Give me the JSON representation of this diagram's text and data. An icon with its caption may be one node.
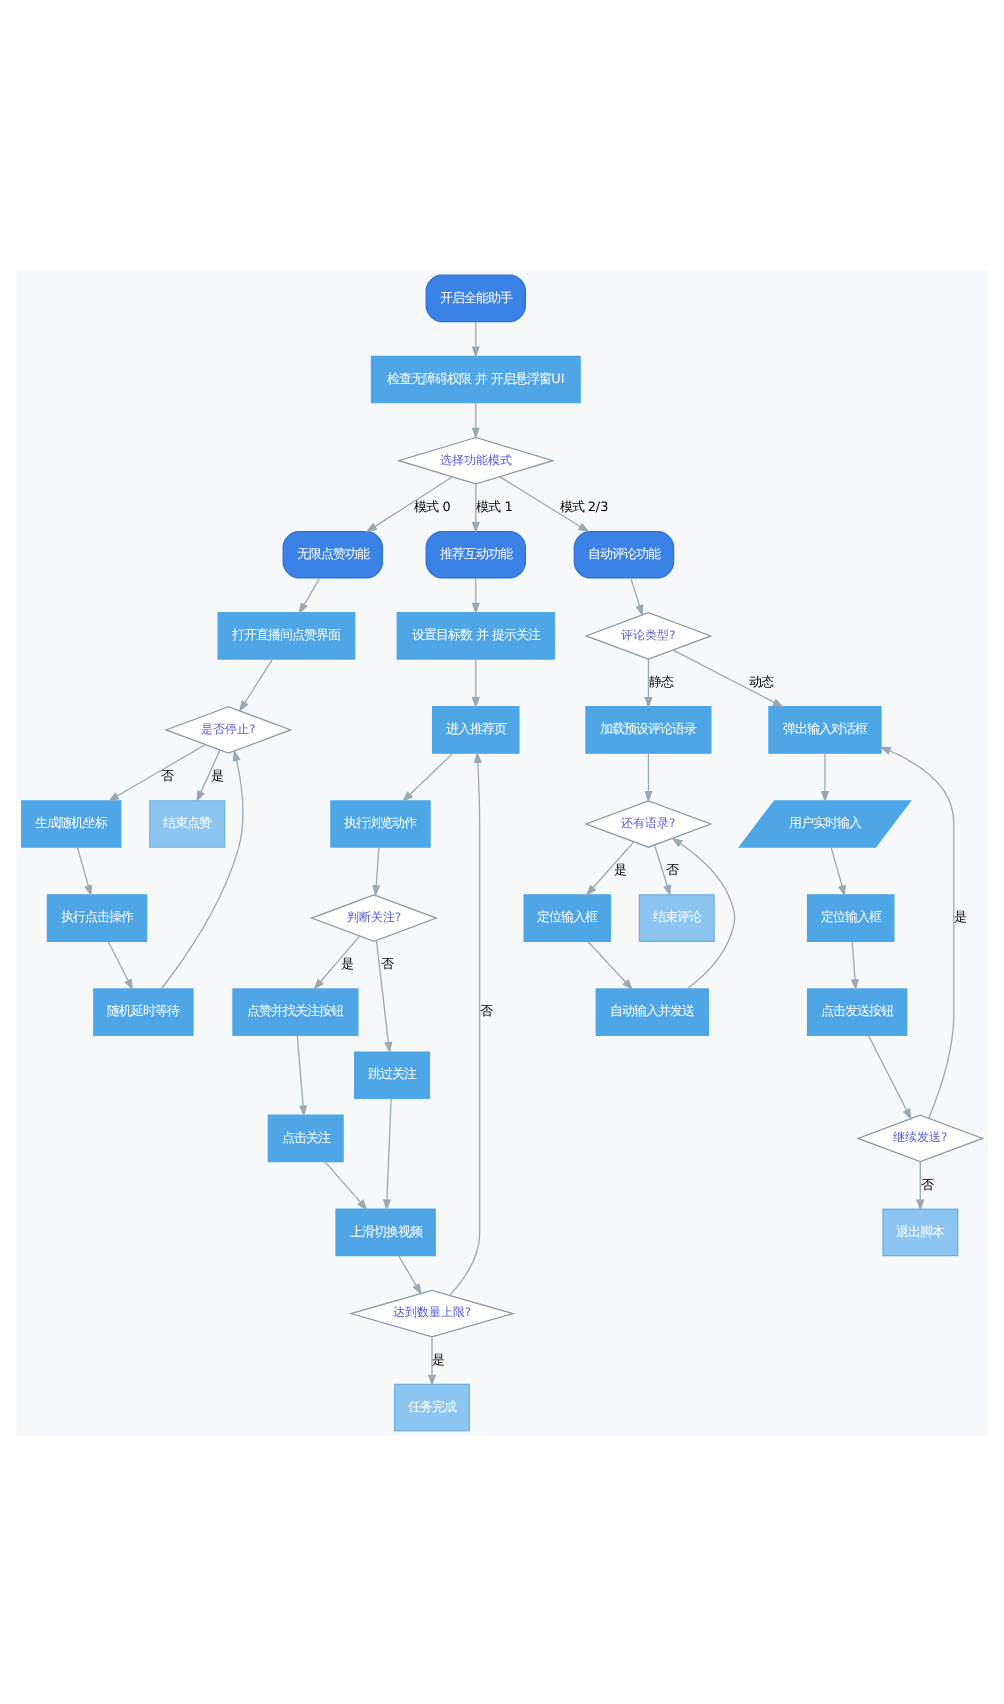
{
  "diagram": {
    "nodes": [
      {
        "text": [
          "开启全能助手"
        ]
      },
      {
        "text": [
          "检查无障碍权限 并 开启悬浮窗UI"
        ]
      },
      {
        "text": [
          "选择功能模式"
        ]
      },
      {
        "text": [
          "无限点赞功能"
        ]
      },
      {
        "text": [
          "推荐互动功能"
        ]
      },
      {
        "text": [
          "自动评论功能"
        ]
      },
      {
        "text": [
          "打开直播间点赞界面"
        ]
      },
      {
        "text": [
          "是否停止?"
        ]
      },
      {
        "text": [
          "生成随机坐标"
        ]
      },
      {
        "text": [
          "结束点赞"
        ]
      },
      {
        "text": [
          "执行点击操作"
        ]
      },
      {
        "text": [
          "随机延时等待"
        ]
      },
      {
        "text": [
          "设置目标数 并 提示关注"
        ]
      },
      {
        "text": [
          "进入推荐页"
        ]
      },
      {
        "text": [
          "执行浏览动作"
        ]
      },
      {
        "text": [
          "判断关注?"
        ]
      },
      {
        "text": [
          "点赞并找关注按钮"
        ]
      },
      {
        "text": [
          "点击关注"
        ]
      },
      {
        "text": [
          "跳过关注"
        ]
      },
      {
        "text": [
          "上滑切换视频"
        ]
      },
      {
        "text": [
          "达到数量上限?"
        ]
      },
      {
        "text": [
          "任务完成"
        ]
      },
      {
        "text": [
          "评论类型?"
        ]
      },
      {
        "text": [
          "加载预设评论语录"
        ]
      },
      {
        "text": [
          "还有语录?"
        ]
      },
      {
        "text": [
          "定位输入框"
        ]
      },
      {
        "text": [
          "结束评论"
        ]
      },
      {
        "text": [
          "自动输入并发送"
        ]
      },
      {
        "text": [
          "弹出输入对话框"
        ]
      },
      {
        "text": [
          "用户实时输入"
        ]
      },
      {
        "text": [
          "定位输入框"
        ]
      },
      {
        "text": [
          "点击发送按钮"
        ]
      },
      {
        "text": [
          "继续发送?"
        ]
      },
      {
        "text": [
          "退出脚本"
        ]
      }
    ],
    "edges": [
      {
        "from": 0,
        "to": 1,
        "arrow": "to"
      },
      {
        "from": 1,
        "to": 2,
        "arrow": "to"
      },
      {
        "from": 2,
        "to": 3,
        "arrow": "to",
        "label": "模式 0"
      },
      {
        "from": 2,
        "to": 4,
        "arrow": "to",
        "label": "模式 1"
      },
      {
        "from": 2,
        "to": 5,
        "arrow": "to",
        "label": "模式 2/3"
      },
      {
        "from": 3,
        "to": 6,
        "arrow": "to"
      },
      {
        "from": 6,
        "to": 7,
        "arrow": "to"
      },
      {
        "from": 7,
        "to": 8,
        "arrow": "to",
        "label": "否"
      },
      {
        "from": 7,
        "to": 9,
        "arrow": "to",
        "label": "是"
      },
      {
        "from": 8,
        "to": 10,
        "arrow": "to"
      },
      {
        "from": 10,
        "to": 11,
        "arrow": "to"
      },
      {
        "from": 11,
        "to": 7,
        "arrow": "to"
      },
      {
        "from": 4,
        "to": 12,
        "arrow": "to"
      },
      {
        "from": 12,
        "to": 13,
        "arrow": "to"
      },
      {
        "from": 13,
        "to": 14,
        "arrow": "to"
      },
      {
        "from": 14,
        "to": 15,
        "arrow": "to"
      },
      {
        "from": 15,
        "to": 16,
        "arrow": "to",
        "label": "是"
      },
      {
        "from": 15,
        "to": 18,
        "arrow": "to",
        "label": "否"
      },
      {
        "from": 16,
        "to": 17,
        "arrow": "to"
      },
      {
        "from": 17,
        "to": 19,
        "arrow": "to"
      },
      {
        "from": 18,
        "to": 19,
        "arrow": "to"
      },
      {
        "from": 19,
        "to": 20,
        "arrow": "to"
      },
      {
        "from": 20,
        "to": 21,
        "arrow": "to",
        "label": "是"
      },
      {
        "from": 20,
        "to": 13,
        "arrow": "to",
        "label": "否"
      },
      {
        "from": 5,
        "to": 22,
        "arrow": "to"
      },
      {
        "from": 22,
        "to": 23,
        "arrow": "to",
        "label": "静态"
      },
      {
        "from": 22,
        "to": 28,
        "arrow": "to",
        "label": "动态"
      },
      {
        "from": 23,
        "to": 24,
        "arrow": "to"
      },
      {
        "from": 24,
        "to": 25,
        "arrow": "to",
        "label": "是"
      },
      {
        "from": 24,
        "to": 26,
        "arrow": "to",
        "label": "否"
      },
      {
        "from": 25,
        "to": 27,
        "arrow": "to"
      },
      {
        "from": 27,
        "to": 24,
        "arrow": "to"
      },
      {
        "from": 28,
        "to": 29,
        "arrow": "to"
      },
      {
        "from": 29,
        "to": 30,
        "arrow": "to"
      },
      {
        "from": 30,
        "to": 31,
        "arrow": "to"
      },
      {
        "from": 31,
        "to": 32,
        "arrow": "to"
      },
      {
        "from": 32,
        "to": 33,
        "arrow": "to",
        "label": "否"
      },
      {
        "from": 32,
        "to": 28,
        "arrow": "to",
        "label": "是"
      }
    ]
  }
}
